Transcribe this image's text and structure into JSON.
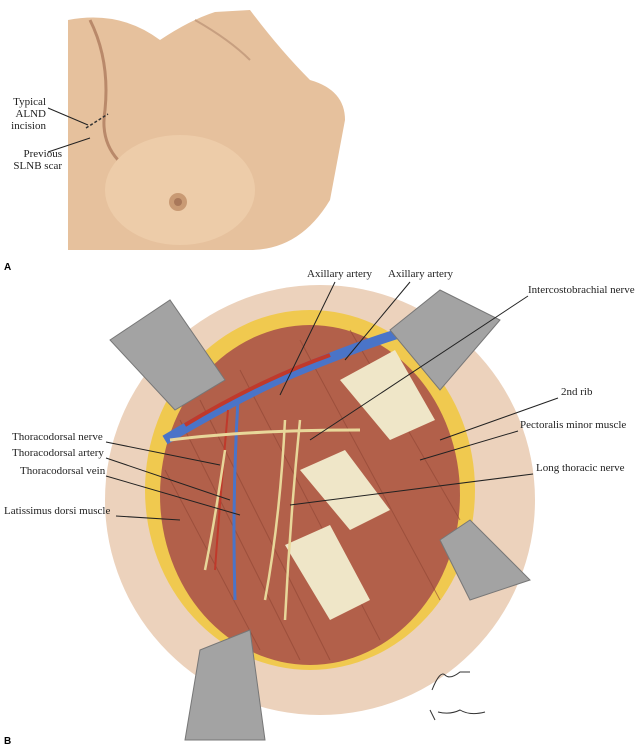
{
  "panel_a": {
    "letter": "A",
    "labels": {
      "incision": [
        "Typical",
        "ALND",
        "incision"
      ],
      "scar": [
        "Previous",
        "SLNB scar"
      ]
    }
  },
  "panel_b": {
    "letter": "B",
    "labels": {
      "axillary_artery_1": "Axillary artery",
      "axillary_artery_2": "Axillary artery",
      "intercostobrachial": "Intercostobrachial nerve",
      "rib": "2nd rib",
      "pec_minor": "Pectoralis minor muscle",
      "long_thoracic": "Long thoracic nerve",
      "td_nerve": "Thoracodorsal nerve",
      "td_artery": "Thoracodorsal artery",
      "td_vein": "Thoracodorsal vein",
      "lat_dorsi": "Latissimus dorsi muscle"
    },
    "signatures": [
      "F. Netter M.D.",
      "K. Marzen"
    ]
  },
  "colors": {
    "skin": "#e9c8a6",
    "muscle": "#b5654a",
    "fat": "#f0d25a",
    "vein": "#4a74c8",
    "artery": "#c0392b",
    "nerve": "#e8d79a",
    "retractor": "#9a9a9a"
  }
}
